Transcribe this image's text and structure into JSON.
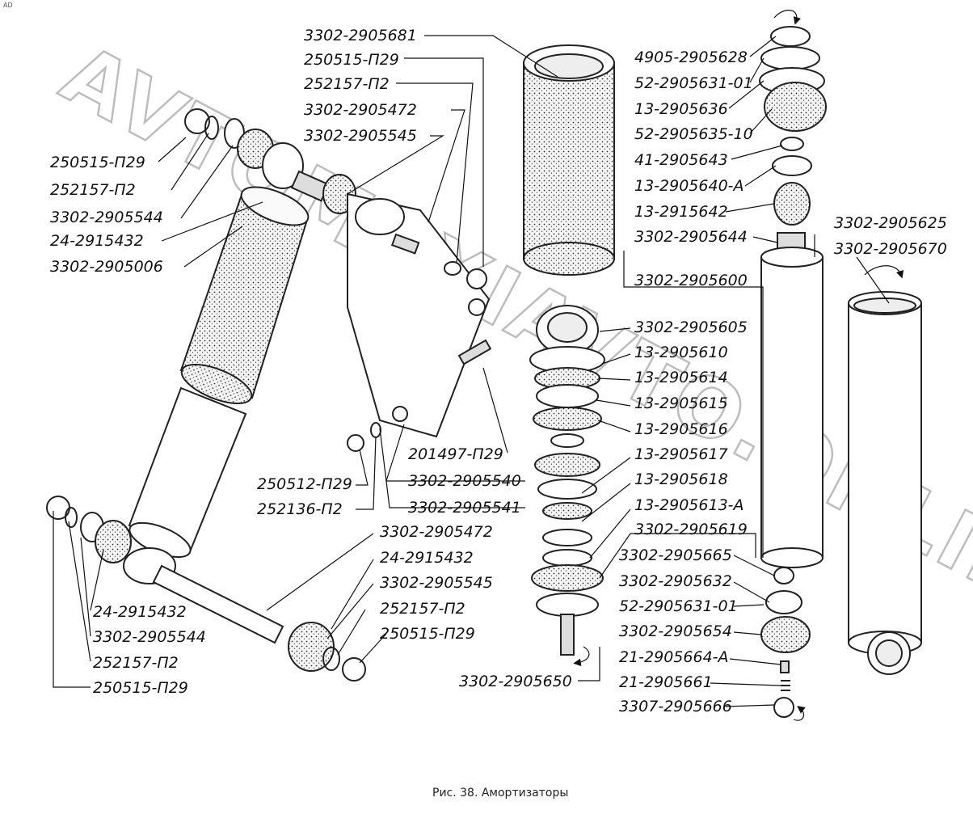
{
  "corner_mark": "AD",
  "watermark": "AVTOMAXIAVTO.ONLINE",
  "caption": "Рис. 38. Амортизаторы",
  "labels": {
    "l1": "3302-2905681",
    "l2": "250515-П29",
    "l3": "252157-П2",
    "l4": "3302-2905472",
    "l5": "3302-2905545",
    "l6": "250515-П29",
    "l7": "252157-П2",
    "l8": "3302-2905544",
    "l9": "24-2915432",
    "l10": "3302-2905006",
    "l11": "4905-2905628",
    "l12": "52-2905631-01",
    "l13": "13-2905636",
    "l14": "52-2905635-10",
    "l15": "41-2905643",
    "l16": "13-2905640-А",
    "l17": "13-2915642",
    "l18": "3302-2905644",
    "l19": "3302-2905625",
    "l20": "3302-2905670",
    "l21": "3302-2905600",
    "l22": "3302-2905605",
    "l23": "13-2905610",
    "l24": "13-2905614",
    "l25": "13-2905615",
    "l26": "13-2905616",
    "l27": "13-2905617",
    "l28": "13-2905618",
    "l29": "13-2905613-А",
    "l30": "3302-2905619",
    "l31": "3302-2905665",
    "l32": "3302-2905632",
    "l33": "52-2905631-01",
    "l34": "3302-2905654",
    "l35": "21-2905664-А",
    "l36": "21-2905661",
    "l37": "3307-2905666",
    "l38": "3302-2905650",
    "l39": "201497-П29",
    "l40": "3302-2905540",
    "l41": "3302-2905541",
    "l42": "250512-П29",
    "l43": "252136-П2",
    "l44": "3302-2905472",
    "l45": "24-2915432",
    "l46": "3302-2905545",
    "l47": "252157-П2",
    "l48": "250515-П29",
    "l49": "24-2915432",
    "l50": "3302-2905544",
    "l51": "252157-П2",
    "l52": "250515-П29"
  }
}
